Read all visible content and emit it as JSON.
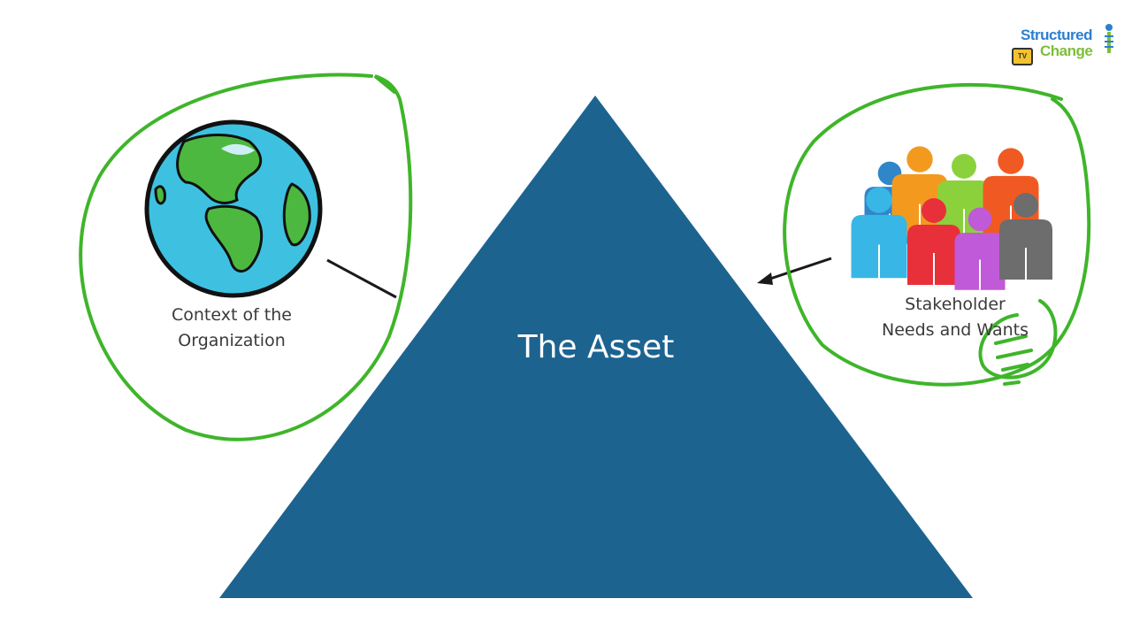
{
  "diagram": {
    "center_label": "The Asset",
    "left_label_line1": "Context of the",
    "left_label_line2": "Organization",
    "right_label_line1": "Stakeholder",
    "right_label_line2": "Needs and Wants",
    "colors": {
      "triangle": "#1c6390",
      "annotation": "#3fb52a",
      "arrow": "#1a1a1a",
      "label_text": "#3a3a3a",
      "ocean": "#3ec1e0",
      "land": "#4cb83f"
    }
  },
  "stakeholders": [
    {
      "color": "#2f86c9"
    },
    {
      "color": "#f39a1e"
    },
    {
      "color": "#8bd13b"
    },
    {
      "color": "#f05a22"
    },
    {
      "color": "#38b6e6"
    },
    {
      "color": "#e8303b"
    },
    {
      "color": "#c05ad8"
    },
    {
      "color": "#6d6d6d"
    }
  ],
  "logo": {
    "line1": "Structured",
    "line2": "Change",
    "badge": "TV"
  }
}
